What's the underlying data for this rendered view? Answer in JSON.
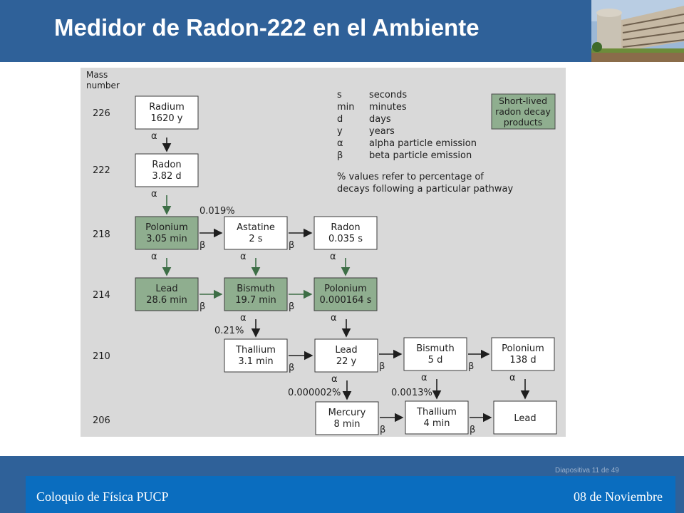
{
  "slide": {
    "title": "Medidor de Radon-222 en el Ambiente",
    "footer_left": "Coloquio de Física PUCP",
    "footer_right": "08 de Noviembre",
    "slide_counter": "Diapositiva  11 de 49"
  },
  "colors": {
    "header": "#2f6199",
    "footer_bar": "#0a6dbf",
    "box_short_lived": "#8fae8f",
    "box_other": "#ffffff",
    "arrow_green": "#3d6e46",
    "figure_bg": "#d9d9d9"
  },
  "diagram": {
    "axis_label_1": "Mass",
    "axis_label_2": "number",
    "mass_numbers": [
      "226",
      "222",
      "218",
      "214",
      "210",
      "206"
    ],
    "legend": [
      {
        "abbr": "s",
        "meaning": "seconds"
      },
      {
        "abbr": "min",
        "meaning": "minutes"
      },
      {
        "abbr": "d",
        "meaning": "days"
      },
      {
        "abbr": "y",
        "meaning": "years"
      },
      {
        "abbr": "α",
        "meaning": "alpha particle emission"
      },
      {
        "abbr": "β",
        "meaning": "beta particle emission"
      }
    ],
    "note_line_1": "% values refer to percentage of",
    "note_line_2": "decays following a particular pathway",
    "key_box": [
      "Short-lived",
      "radon decay",
      "products"
    ],
    "nodes": [
      {
        "id": "ra226",
        "name": "Radium",
        "half_life": "1620 y",
        "short_lived": false
      },
      {
        "id": "rn222",
        "name": "Radon",
        "half_life": "3.82 d",
        "short_lived": false
      },
      {
        "id": "po218",
        "name": "Polonium",
        "half_life": "3.05 min",
        "short_lived": true
      },
      {
        "id": "at218",
        "name": "Astatine",
        "half_life": "2 s",
        "short_lived": false
      },
      {
        "id": "rn218",
        "name": "Radon",
        "half_life": "0.035 s",
        "short_lived": false
      },
      {
        "id": "pb214",
        "name": "Lead",
        "half_life": "28.6 min",
        "short_lived": true
      },
      {
        "id": "bi214",
        "name": "Bismuth",
        "half_life": "19.7 min",
        "short_lived": true
      },
      {
        "id": "po214",
        "name": "Polonium",
        "half_life": "0.000164 s",
        "short_lived": true
      },
      {
        "id": "tl210",
        "name": "Thallium",
        "half_life": "3.1 min",
        "short_lived": false
      },
      {
        "id": "pb210",
        "name": "Lead",
        "half_life": "22 y",
        "short_lived": false
      },
      {
        "id": "bi210",
        "name": "Bismuth",
        "half_life": "5 d",
        "short_lived": false
      },
      {
        "id": "po210",
        "name": "Polonium",
        "half_life": "138 d",
        "short_lived": false
      },
      {
        "id": "hg206",
        "name": "Mercury",
        "half_life": "8 min",
        "short_lived": false
      },
      {
        "id": "tl206",
        "name": "Thallium",
        "half_life": "4 min",
        "short_lived": false
      },
      {
        "id": "pb206",
        "name": "Lead",
        "half_life": "",
        "short_lived": false
      }
    ],
    "decays": [
      {
        "from": "ra226",
        "to": "rn222",
        "mode": "α",
        "percent": ""
      },
      {
        "from": "rn222",
        "to": "po218",
        "mode": "α",
        "percent": ""
      },
      {
        "from": "po218",
        "to": "at218",
        "mode": "β",
        "percent": "0.019%"
      },
      {
        "from": "at218",
        "to": "rn218",
        "mode": "β",
        "percent": ""
      },
      {
        "from": "po218",
        "to": "pb214",
        "mode": "α",
        "percent": ""
      },
      {
        "from": "at218",
        "to": "bi214",
        "mode": "α",
        "percent": ""
      },
      {
        "from": "rn218",
        "to": "po214",
        "mode": "α",
        "percent": ""
      },
      {
        "from": "pb214",
        "to": "bi214",
        "mode": "β",
        "percent": ""
      },
      {
        "from": "bi214",
        "to": "po214",
        "mode": "β",
        "percent": ""
      },
      {
        "from": "bi214",
        "to": "tl210",
        "mode": "α",
        "percent": "0.21%"
      },
      {
        "from": "po214",
        "to": "pb210",
        "mode": "α",
        "percent": ""
      },
      {
        "from": "tl210",
        "to": "pb210",
        "mode": "β",
        "percent": ""
      },
      {
        "from": "pb210",
        "to": "bi210",
        "mode": "β",
        "percent": ""
      },
      {
        "from": "bi210",
        "to": "po210",
        "mode": "β",
        "percent": ""
      },
      {
        "from": "pb210",
        "to": "hg206",
        "mode": "α",
        "percent": "0.000002%"
      },
      {
        "from": "bi210",
        "to": "tl206",
        "mode": "α",
        "percent": "0.0013%"
      },
      {
        "from": "po210",
        "to": "pb206",
        "mode": "α",
        "percent": ""
      },
      {
        "from": "hg206",
        "to": "tl206",
        "mode": "β",
        "percent": ""
      },
      {
        "from": "tl206",
        "to": "pb206",
        "mode": "β",
        "percent": ""
      }
    ]
  }
}
